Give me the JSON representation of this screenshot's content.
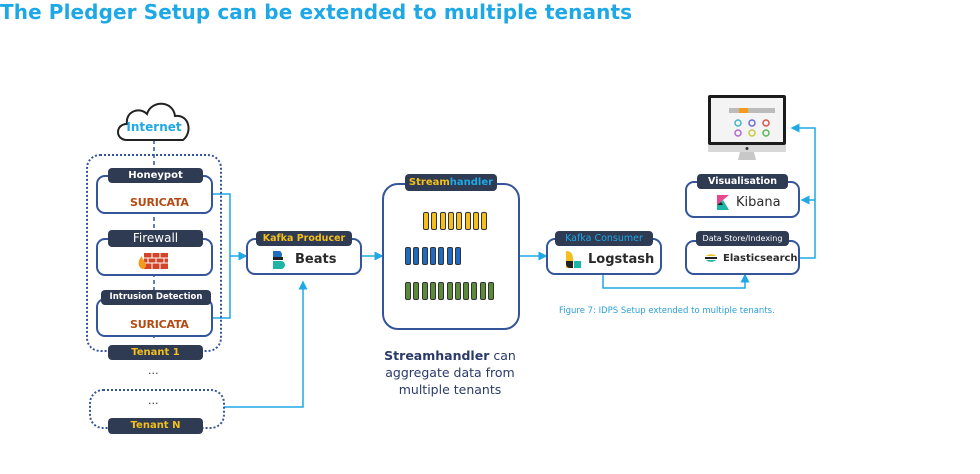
{
  "title": "The Pledger Setup can be extended to multiple tenants",
  "internet": {
    "label": "Internet",
    "icon": "cloud-icon"
  },
  "tenant1": {
    "label": "Tenant 1",
    "components": [
      {
        "label": "Honeypot",
        "product": "SURICATA",
        "icon": "suricata-logo-icon"
      },
      {
        "label": "Firewall",
        "product": "",
        "icon": "firewall-brick-icon"
      },
      {
        "label": "Intrusion Detection",
        "product": "SURICATA",
        "icon": "suricata-logo-icon"
      }
    ],
    "more": "..."
  },
  "tenantN": {
    "label": "Tenant N",
    "inner": "..."
  },
  "producer": {
    "label": "Kafka Producer",
    "product": "Beats",
    "icon": "beats-logo-icon"
  },
  "streamhandler": {
    "label_part1": "Stream",
    "label_part2": "handler",
    "queues": [
      {
        "color": "#f5bf1b",
        "count": 8
      },
      {
        "color": "#1f6bc4",
        "count": 7
      },
      {
        "color": "#5a8a3a",
        "count": 11
      }
    ]
  },
  "note": {
    "bold": "Streamhandler",
    "rest1": " can",
    "line2": "aggregate data from",
    "line3": "multiple tenants"
  },
  "consumer": {
    "label": "Kafka Consumer",
    "product": "Logstash",
    "icon": "logstash-logo-icon"
  },
  "storage": {
    "label": "Data Store/Indexing",
    "product": "Elasticsearch",
    "icon": "elasticsearch-logo-icon"
  },
  "visual": {
    "label": "Visualisation",
    "product": "Kibana",
    "icon": "kibana-logo-icon"
  },
  "monitor": {
    "icon": "monitor-dashboard-icon"
  },
  "caption": "Figure 7: IDPS Setup extended to multiple tenants.",
  "colors": {
    "accent": "#1fa8e6",
    "box_border": "#34559a",
    "label_bg": "#2f3b52",
    "tenant_text": "#f5bf1b"
  }
}
